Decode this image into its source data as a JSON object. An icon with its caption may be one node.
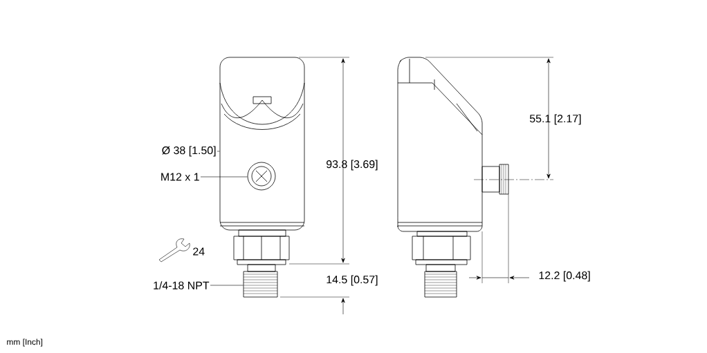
{
  "diagram": {
    "nodes": [
      {
        "text": [
          "Ø 38 [1.50]"
        ]
      },
      {
        "text": [
          "M12 x 1"
        ]
      },
      {
        "text": [
          "1/4-18 NPT"
        ]
      },
      {
        "text": [],
        "shape": "box"
      },
      {
        "text": [],
        "shape": "circle",
        "in": 3
      },
      {
        "text": [],
        "shape": "box"
      }
    ],
    "edges": [
      {
        "from": 0,
        "to": 3,
        "arrow": "none"
      },
      {
        "from": 1,
        "to": 4,
        "arrow": "none"
      },
      {
        "from": 2,
        "to": 5,
        "arrow": "none"
      }
    ],
    "labels": [
      "24",
      "93.8 [3.69]",
      "14.5 [0.57]",
      "55.1 [2.17]",
      "12.2 [0.48]",
      "mm [Inch]"
    ]
  }
}
